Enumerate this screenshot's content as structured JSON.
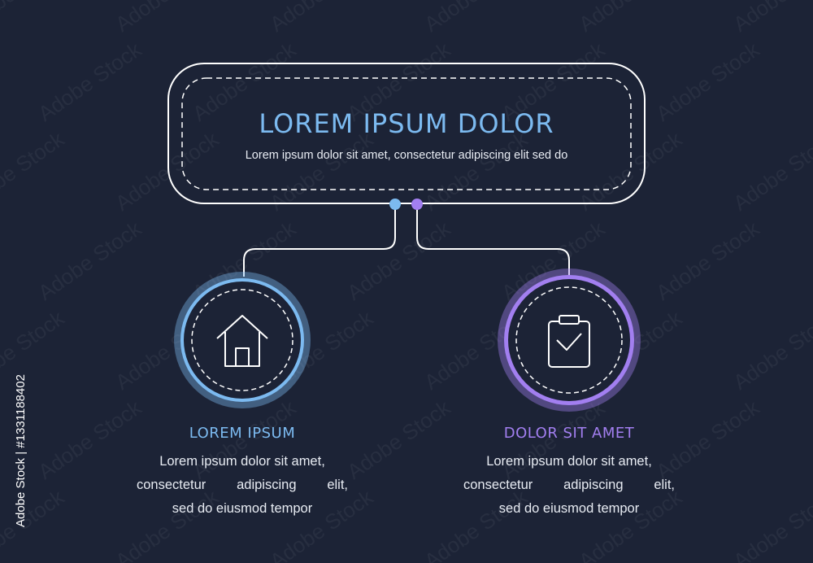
{
  "header": {
    "title": "LOREM IPSUM DOLOR",
    "subtitle": "Lorem ipsum dolor sit amet, consectetur adipiscing elit sed do"
  },
  "nodes": [
    {
      "icon": "house-icon",
      "title": "LOREM IPSUM",
      "color": "#7cbaf0",
      "lines": [
        "Lorem ipsum dolor sit amet,",
        "consectetur adipiscing elit,",
        "sed do eiusmod tempor"
      ]
    },
    {
      "icon": "clipboard-check-icon",
      "title": "DOLOR SIT AMET",
      "color": "#a27ff0",
      "lines": [
        "Lorem ipsum dolor sit amet,",
        "consectetur adipiscing elit,",
        "sed do eiusmod tempor"
      ]
    }
  ],
  "watermark": {
    "text": "Adobe Stock",
    "side_id": "Adobe Stock | #1331188402"
  },
  "colors": {
    "background": "#1c2336",
    "blue": "#7cbaf0",
    "purple": "#a27ff0",
    "line": "#ffffff"
  }
}
